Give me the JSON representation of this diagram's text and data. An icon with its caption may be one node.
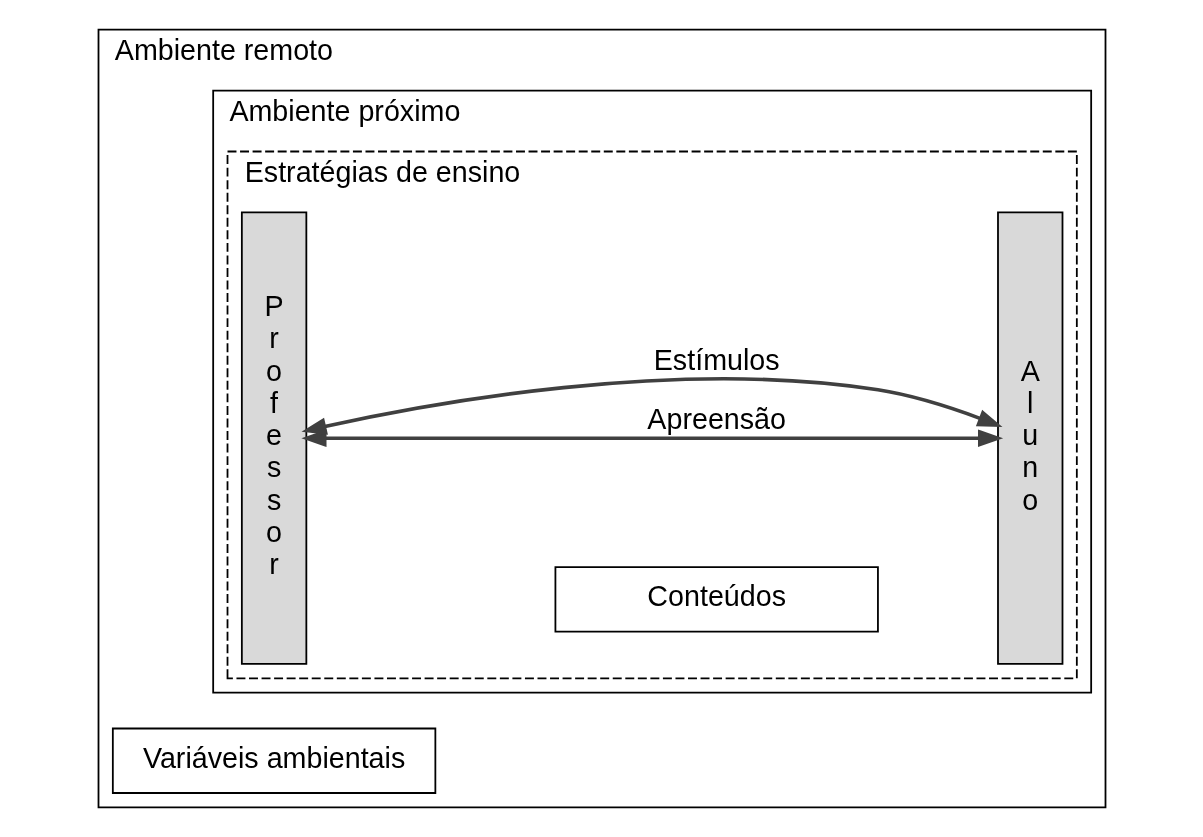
{
  "diagram": {
    "nodes": [
      {
        "text": [
          "Ambiente remoto"
        ]
      },
      {
        "text": [
          "Variáveis ambientais"
        ],
        "in": 0
      },
      {
        "text": [
          "Ambiente próximo"
        ],
        "in": 0
      },
      {
        "text": [
          "Estratégias de ensino"
        ],
        "in": 2
      },
      {
        "text": [
          "Professor"
        ],
        "in": 3
      },
      {
        "text": [
          "Conteúdos"
        ],
        "in": 3
      },
      {
        "text": [
          "Aluno"
        ],
        "in": 3
      }
    ],
    "edges": [
      {
        "from": 4,
        "to": 6,
        "arrow": "both",
        "label": "Apreensão"
      },
      {
        "from": 4,
        "to": 6,
        "arrow": "both",
        "label": "Estímulos"
      }
    ]
  }
}
